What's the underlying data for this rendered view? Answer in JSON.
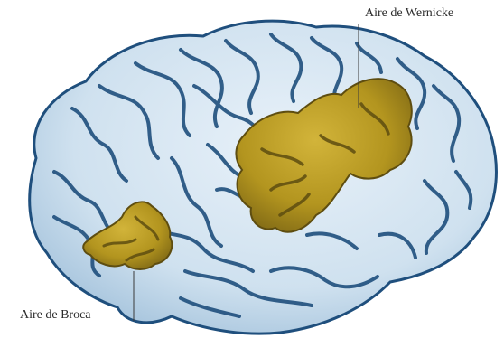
{
  "labels": {
    "wernicke": "Aire de Wernicke",
    "broca": "Aire de Broca"
  },
  "colors": {
    "background": "#ffffff",
    "cortex": "#d3e4f1",
    "cortex_light": "#e6f0f8",
    "sulci": "#1f4f7d",
    "area_fill": "#b89a22",
    "area_dark": "#5e4d10",
    "leader_line": "#3a3a3a"
  },
  "regions": [
    {
      "name": "Aire de Wernicke",
      "highlight": true
    },
    {
      "name": "Aire de Broca",
      "highlight": true
    }
  ]
}
